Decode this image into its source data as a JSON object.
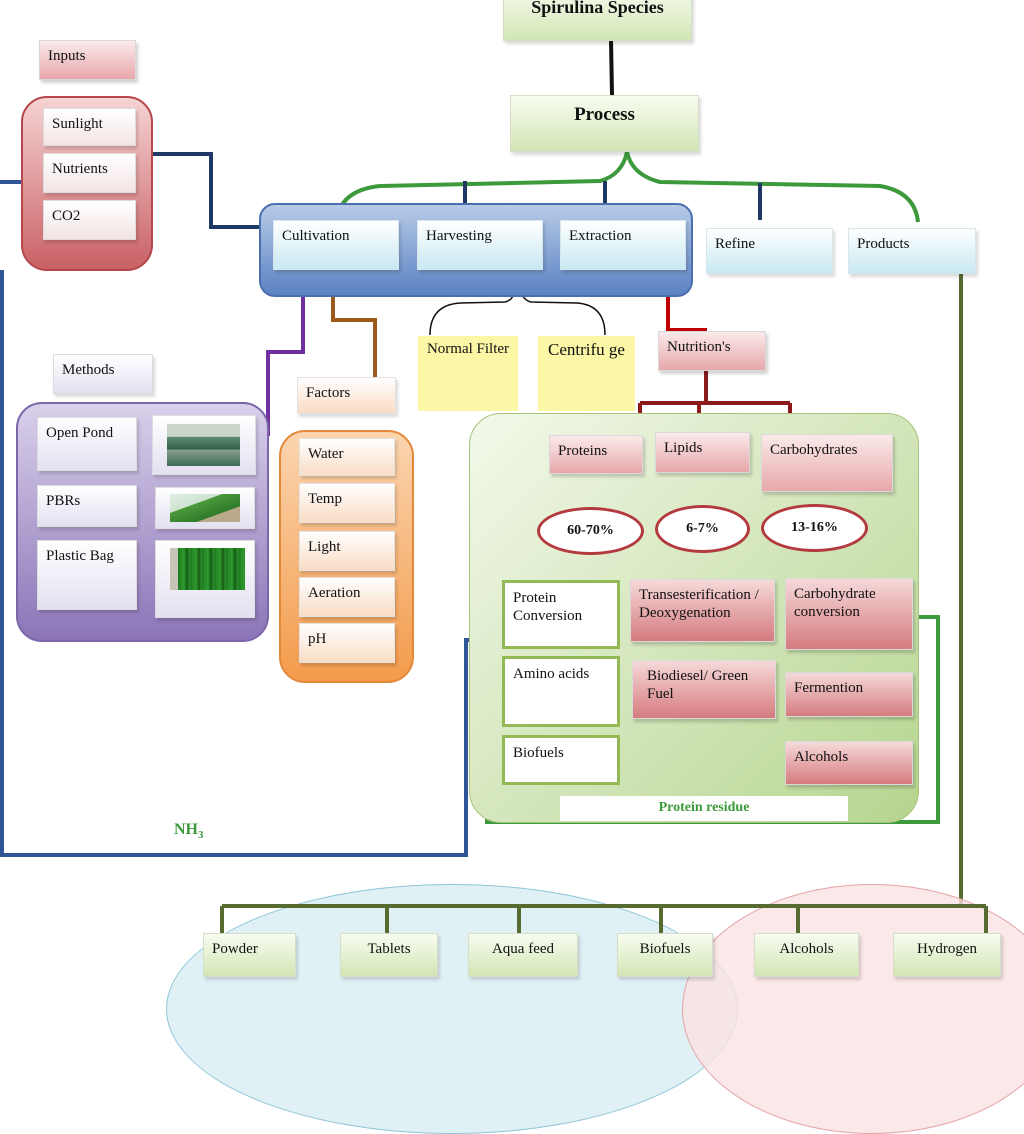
{
  "header": {
    "species": "Spirulina Species",
    "process": "Process"
  },
  "inputs": {
    "title": "Inputs",
    "items": [
      "Sunlight",
      "Nutrients",
      "CO2"
    ]
  },
  "stages": {
    "cultivation": "Cultivation",
    "harvesting": "Harvesting",
    "extraction": "Extraction",
    "refine": "Refine",
    "products": "Products"
  },
  "harvest_methods": {
    "filter": "Normal Filter",
    "centrifuge": "Centrifu ge"
  },
  "methods": {
    "title": "Methods",
    "items": [
      "Open Pond",
      "PBRs",
      "Plastic Bag"
    ]
  },
  "factors": {
    "title": "Factors",
    "items": [
      "Water",
      "Temp",
      "Light",
      "Aeration",
      "pH"
    ]
  },
  "nutrition": {
    "title": "Nutrition's",
    "items": [
      "Proteins",
      "Lipids",
      "Carbohydrates"
    ],
    "percents": [
      "60-70%",
      "6-7%",
      "13-16%"
    ]
  },
  "conversions": {
    "protein_conversion": "Protein Conversion",
    "amino_acids": "Amino acids",
    "biofuels": "Biofuels",
    "transesterification": "Transesterification / Deoxygenation",
    "biodiesel": "Biodiesel/ Green Fuel",
    "carb_conversion": "Carbohydrate conversion",
    "fermention": "Fermention",
    "alcohols": "Alcohols",
    "protein_residue": "Protein residue"
  },
  "nh3": {
    "base": "NH",
    "sub": "3"
  },
  "final_products": [
    "Powder",
    "Tablets",
    "Aqua feed",
    "Biofuels",
    "Alcohols",
    "Hydrogen"
  ],
  "colors": {
    "navy": "#1f3864",
    "green_line": "#3c9a3c",
    "olive_line": "#556b2f",
    "purple_line": "#7030a0",
    "brown_line": "#9c5a1c",
    "dark_red_line": "#8b1a1a",
    "steel_blue_line": "#2f5597"
  }
}
